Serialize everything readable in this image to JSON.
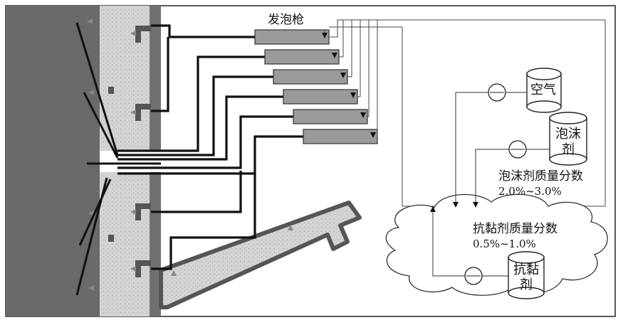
{
  "labels": {
    "foam_gun": "发泡枪",
    "air": "空气",
    "foaming_agent": "泡沫\n剂",
    "foaming_agent_fraction": "泡沫剂质量分数",
    "foaming_agent_range": "2.0%~3.0%",
    "anti_stick_fraction": "抗黏剂质量分数",
    "anti_stick_range": "0.5%~1.0%",
    "anti_stick_agent": "抗黏\n剂"
  },
  "colors": {
    "wall_dark": "#6f6f6f",
    "wall_speckle": "#d6d6d6",
    "gun_body": "#9a9a9a",
    "line": "#111111",
    "thin_line": "#444444"
  }
}
